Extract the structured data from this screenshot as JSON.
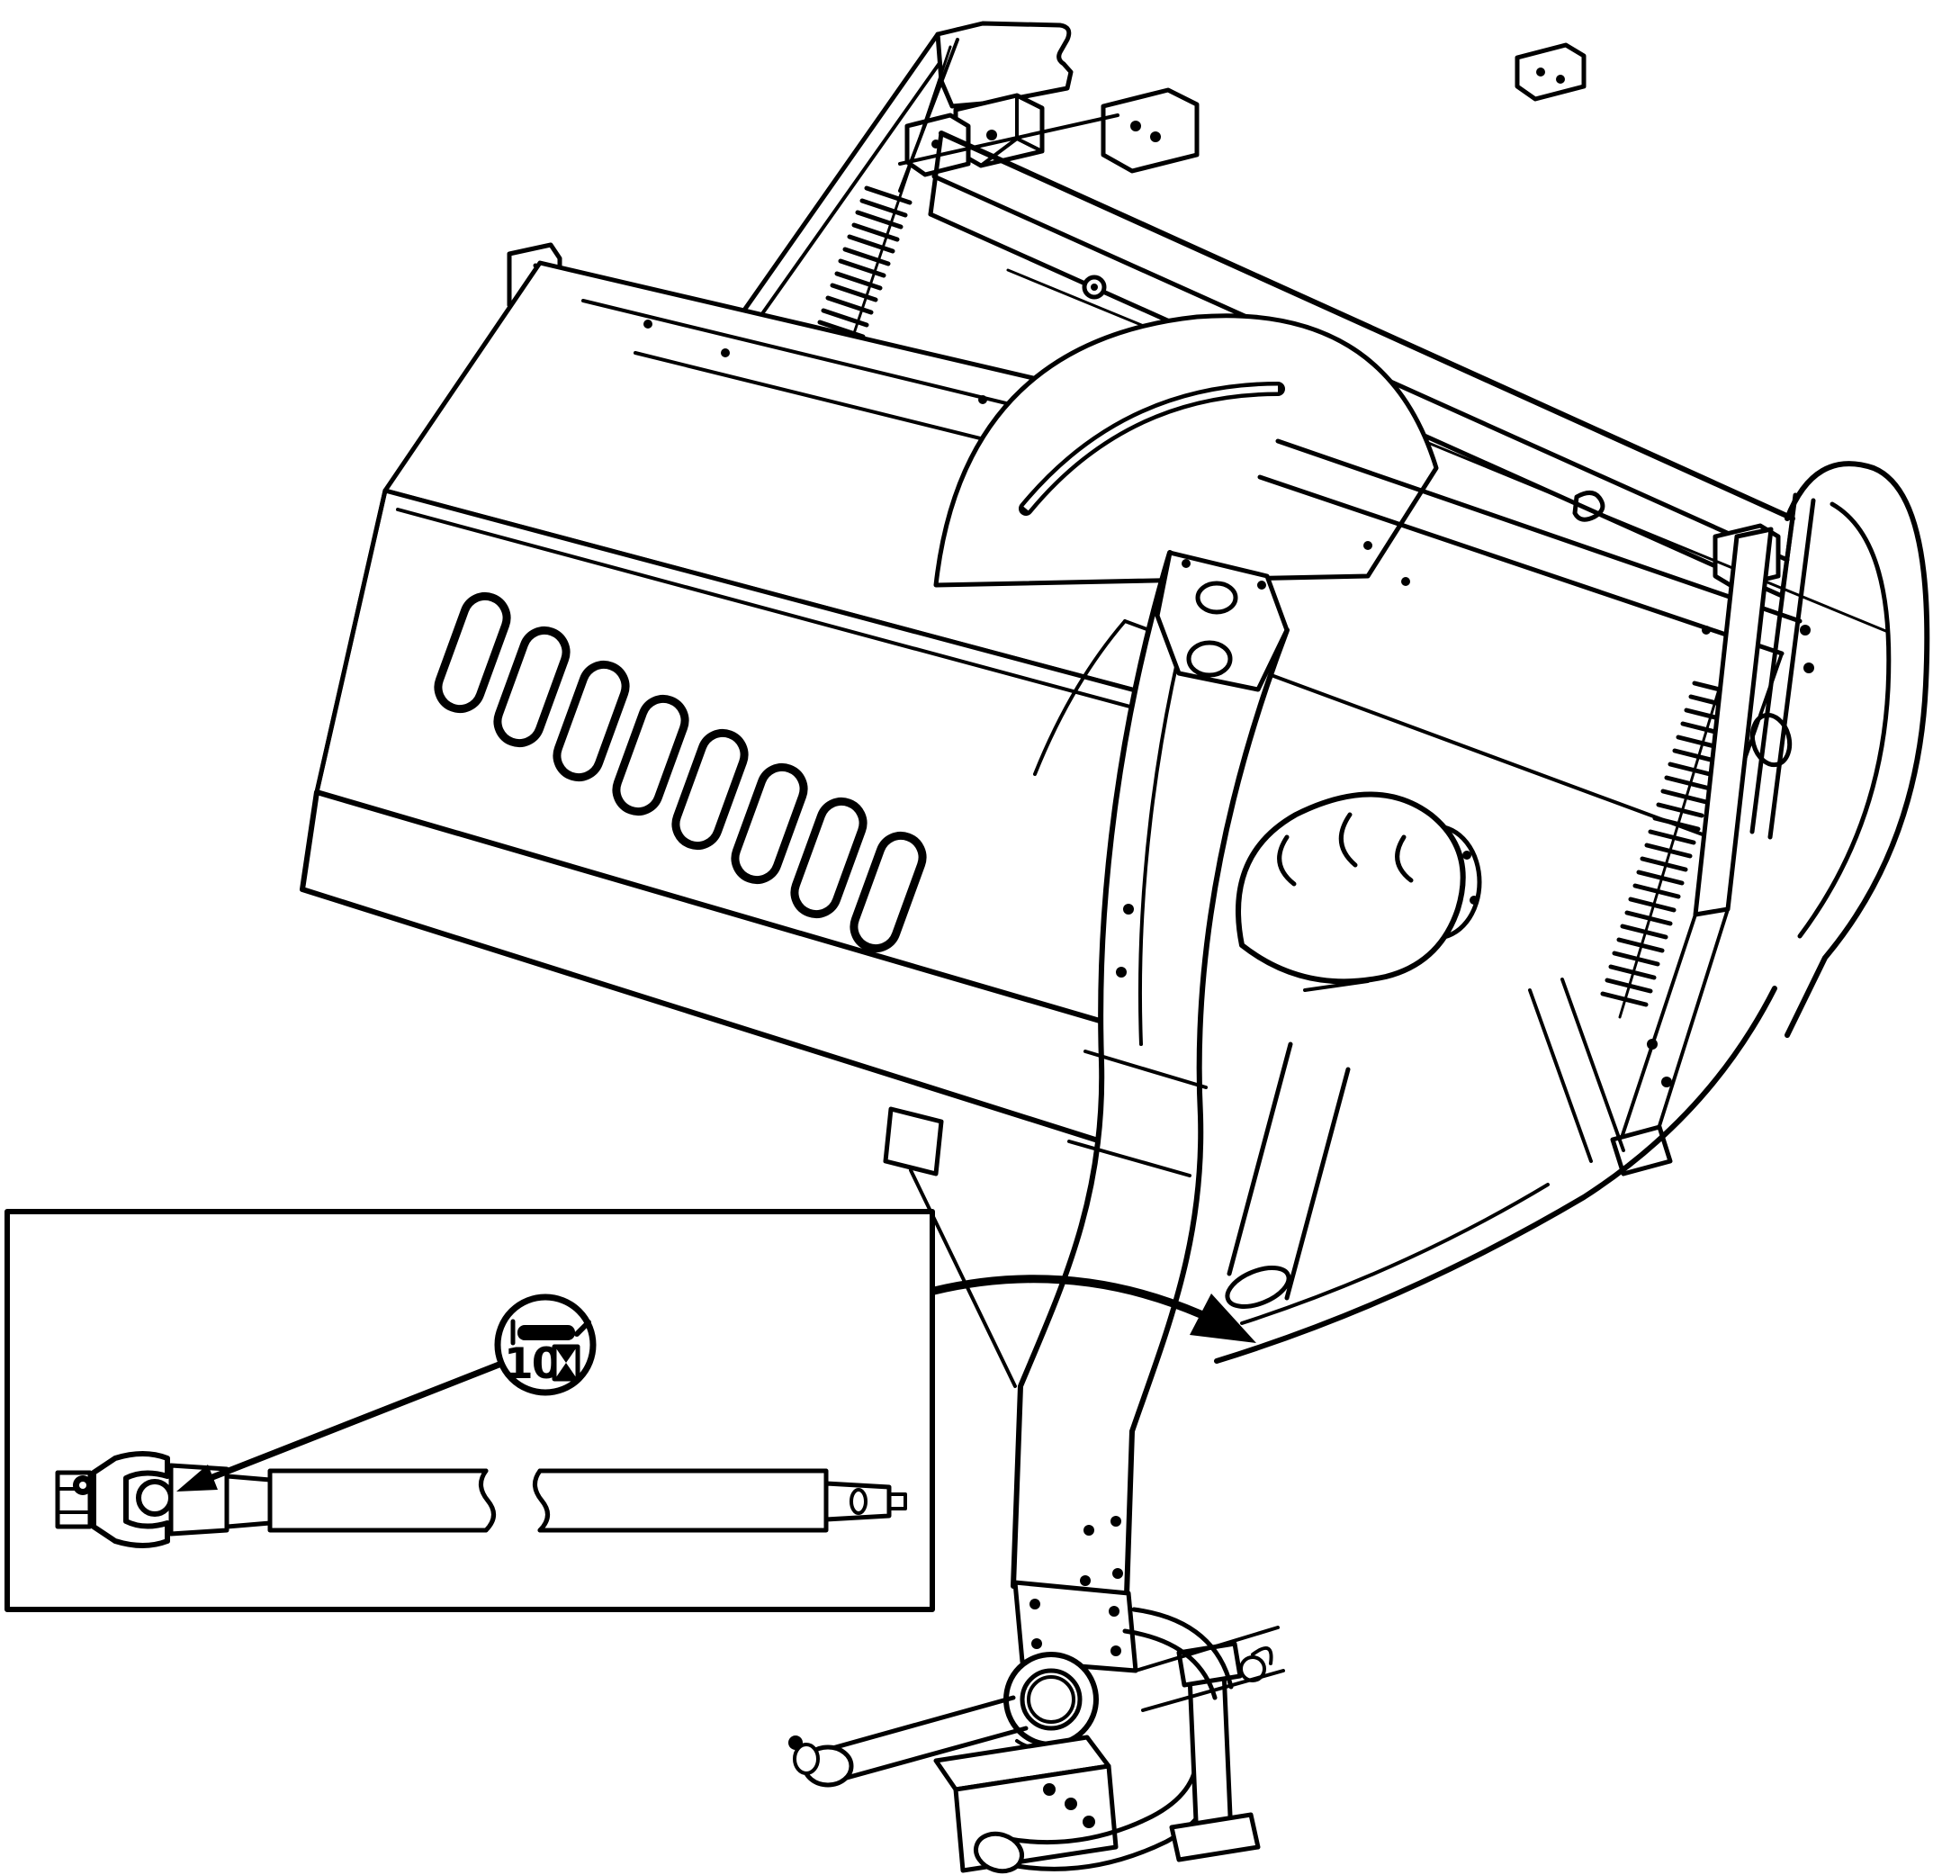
{
  "figure": {
    "kind": "technical-line-illustration",
    "subject": "pull-type mower-conditioner, isometric view with lubrication callout"
  },
  "inset": {
    "subject": "pto-driveline",
    "lube_symbol": {
      "interval_value": "10",
      "tool_icon": "grease-gun-icon",
      "unit_icon": "hourglass-icon"
    }
  },
  "colors": {
    "line": "#000000",
    "background": "#ffffff"
  }
}
